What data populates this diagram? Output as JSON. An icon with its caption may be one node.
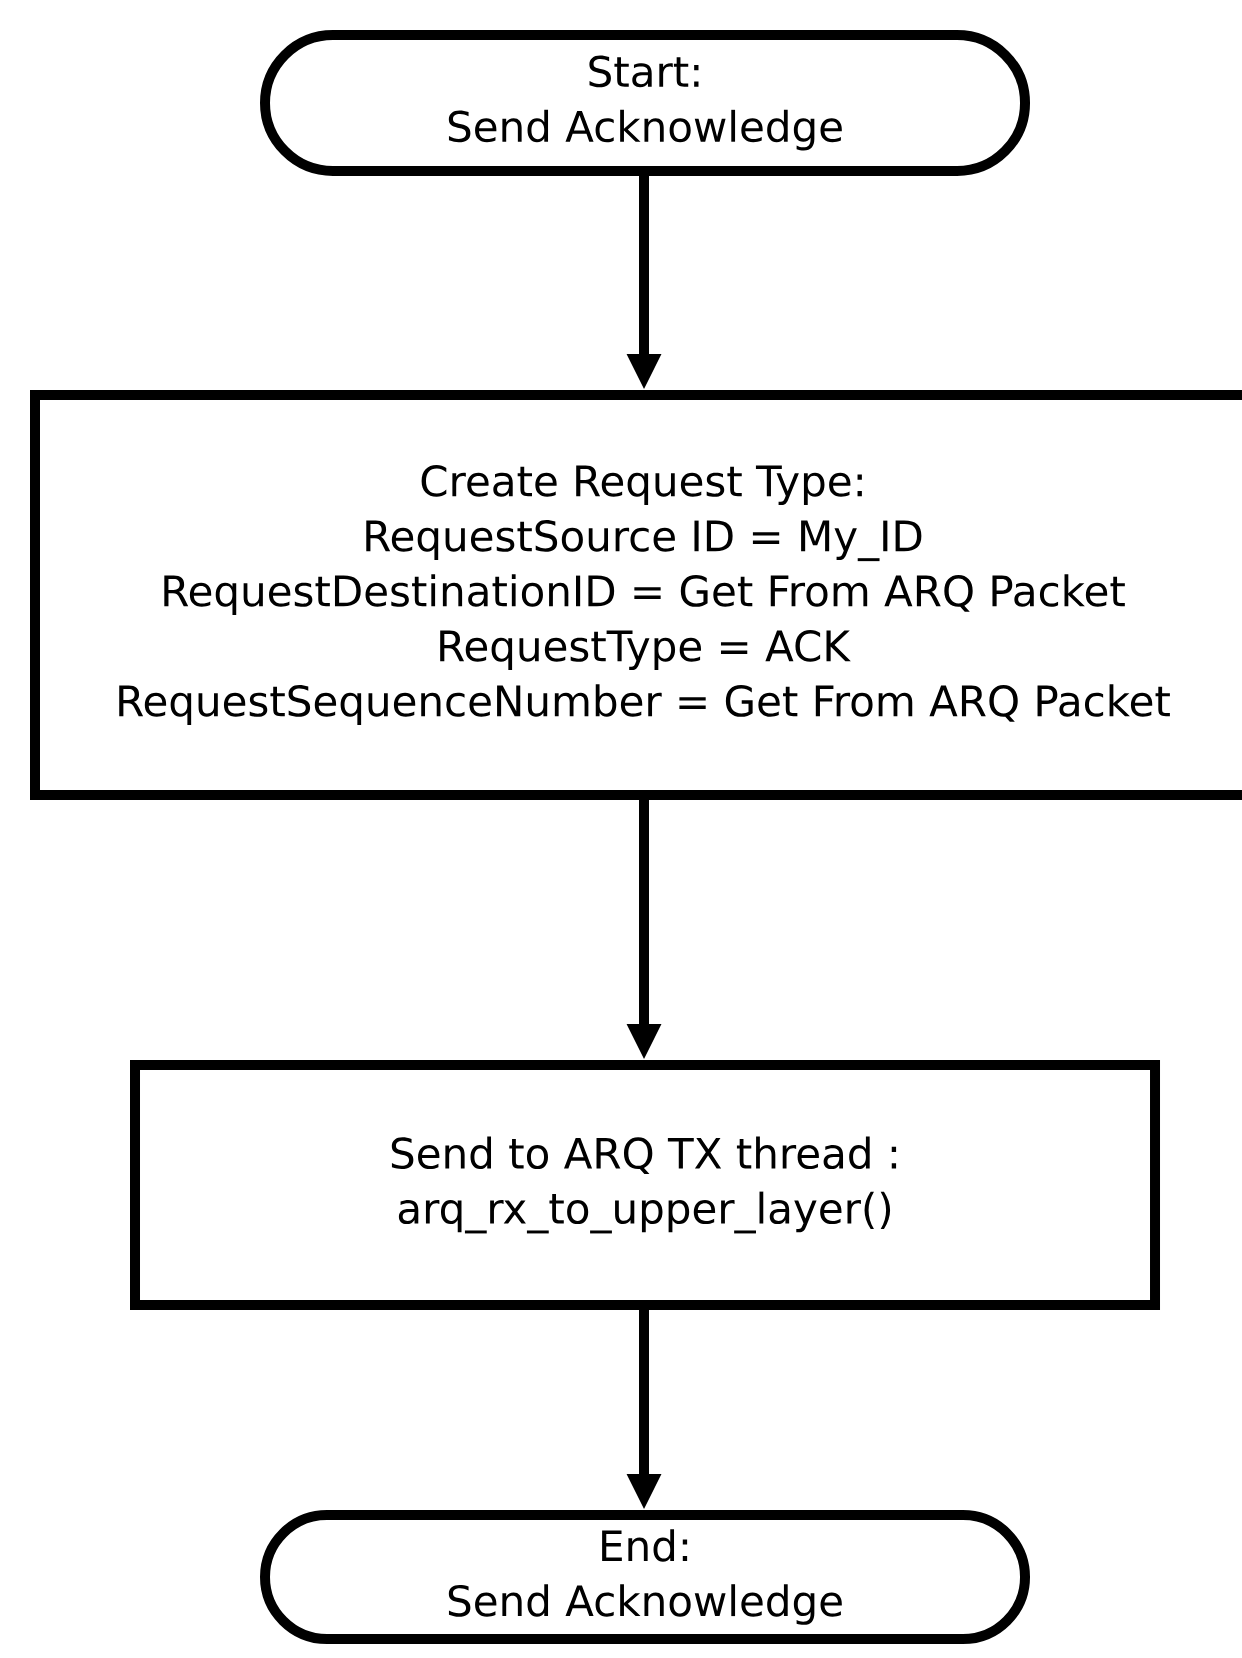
{
  "diagram": {
    "nodes": [
      {
        "text": [
          "Start:",
          "Send Acknowledge"
        ]
      },
      {
        "text": [
          "Create Request Type:",
          "RequestSource ID = My_ID",
          "RequestDestinationID = Get From ARQ Packet",
          "RequestType = ACK",
          "RequestSequenceNumber = Get From ARQ Packet"
        ]
      },
      {
        "text": [
          "Send to ARQ TX thread :",
          "arq_rx_to_upper_layer()"
        ]
      },
      {
        "text": [
          "End:",
          "Send Acknowledge"
        ]
      }
    ],
    "edges": [
      {
        "from": 0,
        "to": 1,
        "arrow": "to"
      },
      {
        "from": 1,
        "to": 2,
        "arrow": "to"
      },
      {
        "from": 2,
        "to": 3,
        "arrow": "to"
      }
    ]
  }
}
